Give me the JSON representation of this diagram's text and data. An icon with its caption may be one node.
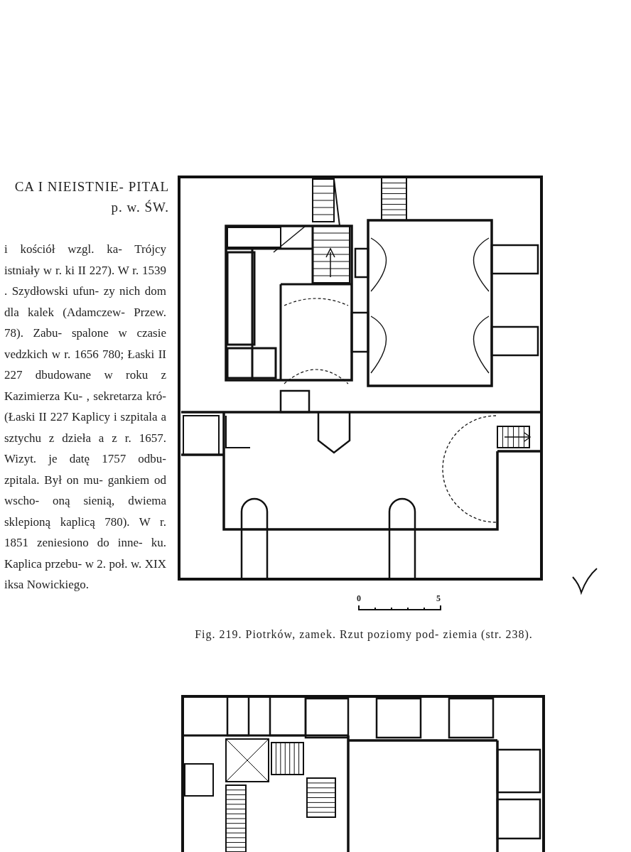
{
  "diagram": {
    "caption": "Fig. 219. Piotrków, zamek. Rzut poziomy pod- ziemia (str. 238).",
    "labels": [
      "CA I NIEISTNIE- PITAL p. w. ŚW.",
      "i kościół wzgl. ka- Trójcy istniały w r. ki II 227). W r. 1539 . Szydłowski ufun- zy nich dom dla kalek (Adamczew- Przew. 78). Zabu- spalone w czasie vedzkich w r. 1656 780; Łaski II 227 dbudowane w roku z Kazimierza Ku- , sekretarza kró- (Łaski II 227 Kaplicy i szpitala a sztychu z dzieła a z r. 1657. Wizyt. je datę 1757 odbu- zpitala. Był on mu- gankiem od wscho- oną sienią, dwiema sklepioną kaplicą 780). W r. 1851 zeniesiono do inne- ku. Kaplica przebu- w 2. poł. w. XIX iksa Nowickiego.",
      "0",
      "5"
    ]
  }
}
